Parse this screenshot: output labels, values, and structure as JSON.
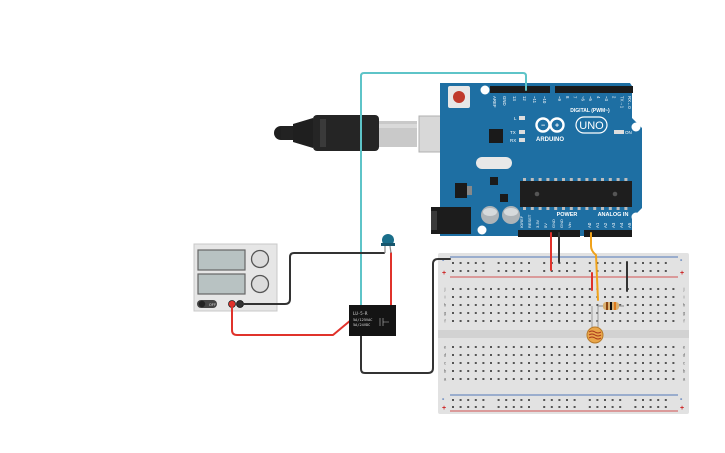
{
  "arduino": {
    "brand": "ARDUINO",
    "model": "UNO",
    "digital_label": "DIGITAL (PWM~)",
    "power_label": "POWER",
    "analog_label": "ANALOG IN",
    "on_label": "ON",
    "led_labels": {
      "l": "L",
      "tx": "TX",
      "rx": "RX"
    },
    "top_pins": [
      "AREF",
      "GND",
      "13",
      "12",
      "~11",
      "~10",
      "~9",
      "8",
      "7",
      "~6",
      "~5",
      "4",
      "~3",
      "2",
      "TX→1",
      "RX←0"
    ],
    "power_pins": [
      "IOREF",
      "RESET",
      "3.3V",
      "5V",
      "GND",
      "GND",
      "Vin"
    ],
    "analog_pins": [
      "A0",
      "A1",
      "A2",
      "A3",
      "A4",
      "A5"
    ]
  },
  "relay": {
    "model": "LU-5-R",
    "rating_1": "5A/125VAC",
    "rating_2": "5A/24VDC"
  },
  "power_supply": {
    "switch_label": "OFF"
  },
  "breadboard": {
    "row_letters_top": [
      "j",
      "i",
      "h",
      "g",
      "f"
    ],
    "row_letters_bottom": [
      "e",
      "d",
      "c",
      "b",
      "a"
    ],
    "plus_sign": "+",
    "minus_sign": "-"
  },
  "colors": {
    "arduino_blue": "#1e6fa3",
    "breadboard": "#e2e2e2",
    "wire_red": "#e0322b",
    "wire_black": "#333333",
    "wire_teal": "#5ec4c8",
    "wire_orange": "#f0a21b",
    "led": "#1a6e8a"
  }
}
